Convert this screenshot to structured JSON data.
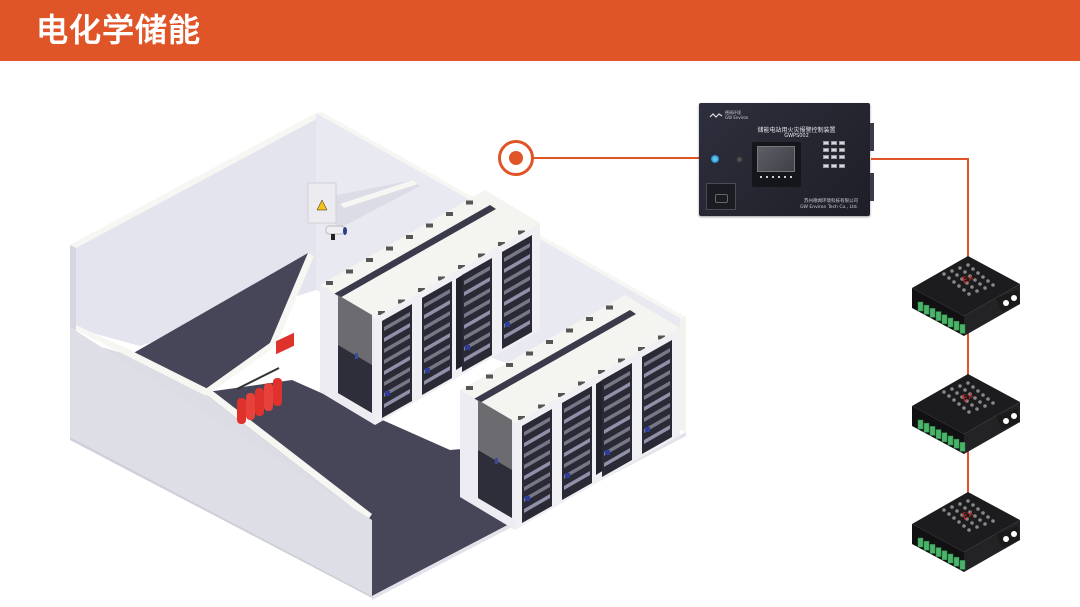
{
  "header": {
    "title": "电化学储能"
  },
  "diagram": {
    "scene": "储能电站舱 (isometric room with battery cabinets, gas fire-suppression cylinders, camera, alarm panel)",
    "controller": {
      "brand_cn": "德闻环境",
      "brand_en": "GW Environ",
      "title": "储能电站用火灾报警控制装置",
      "model": "GWPS002",
      "company_cn": "苏州德闻环境科技有限公司",
      "company_en": "GW Environ Tech Co., Ltd."
    },
    "modules": [
      {
        "mark": "Ex"
      },
      {
        "mark": "Ex"
      },
      {
        "mark": "Ex"
      }
    ],
    "colors": {
      "accent": "#e05527",
      "floor": "#474659",
      "wall": "#e6e6ee",
      "cabinet": "#f2f2f4",
      "cylinder": "#e0322c"
    }
  }
}
